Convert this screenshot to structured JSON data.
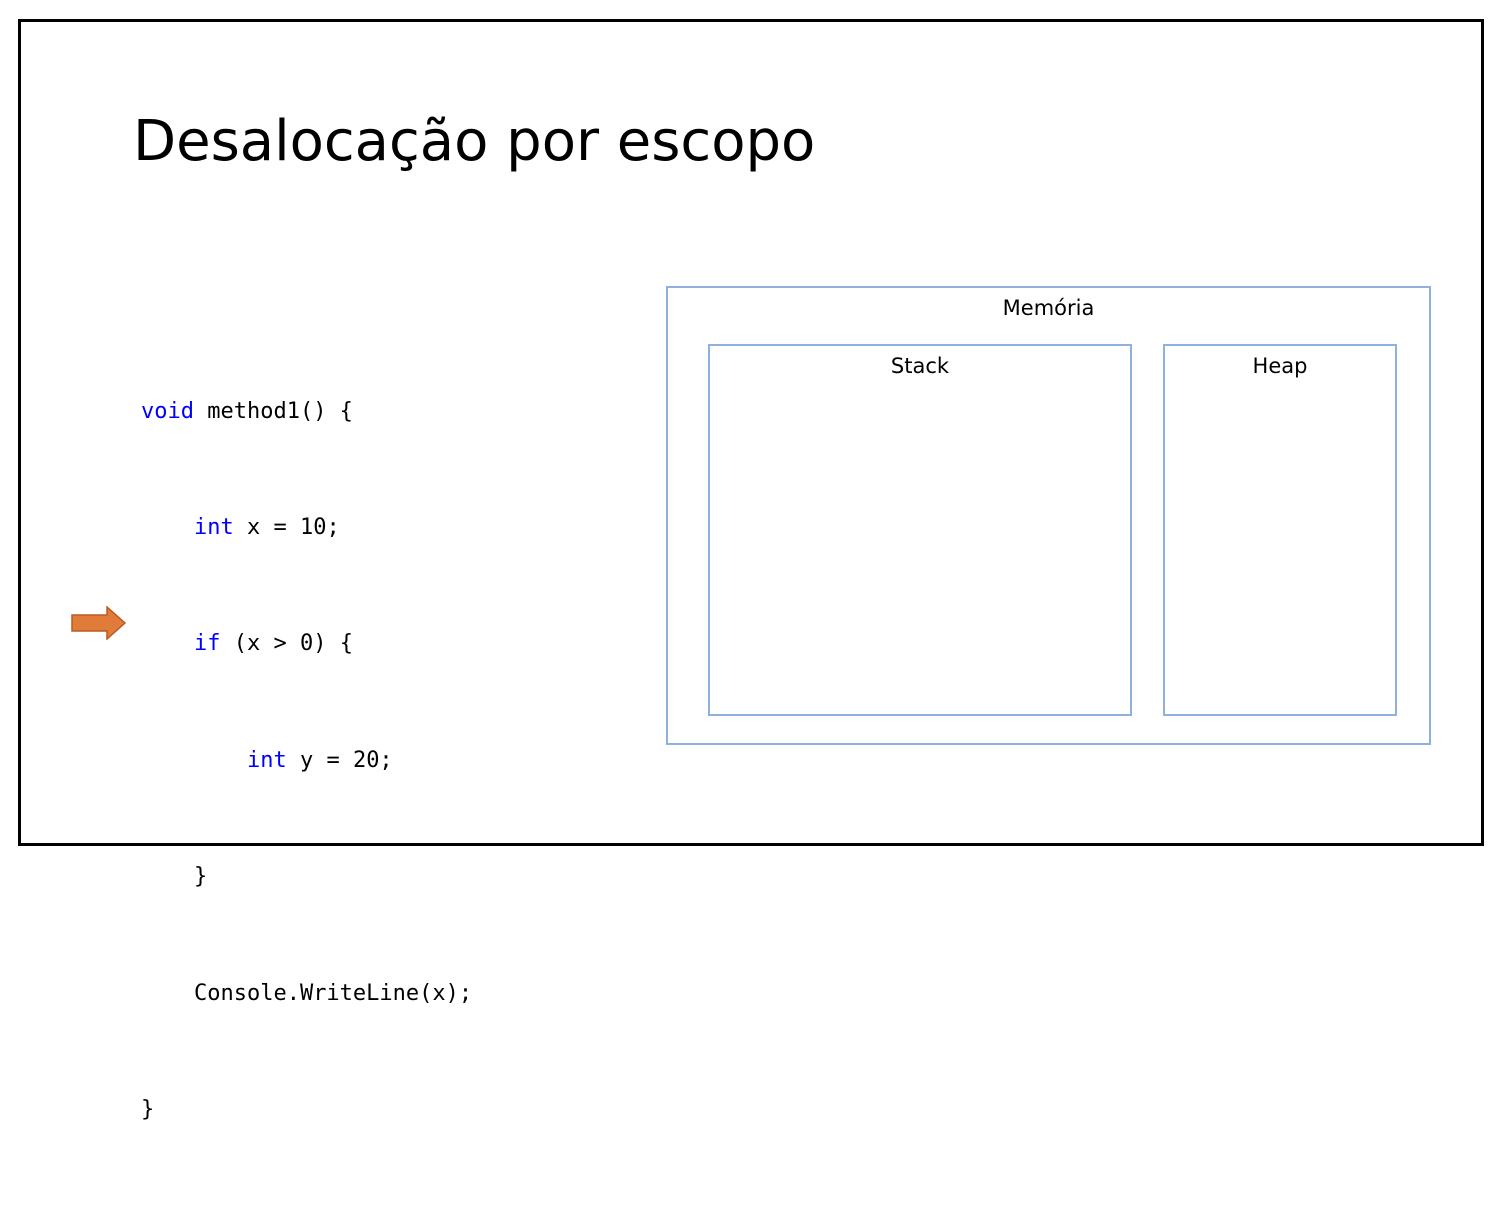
{
  "slide": {
    "title": "Desalocação por escopo"
  },
  "code": {
    "lines": [
      {
        "indent": "",
        "keyword": "void",
        "rest": " method1() {"
      },
      {
        "indent": "    ",
        "keyword": "int",
        "rest": " x = 10;"
      },
      {
        "indent": "    ",
        "keyword": "if",
        "rest": " (x > 0) {"
      },
      {
        "indent": "        ",
        "keyword": "int",
        "rest": " y = 20;"
      },
      {
        "indent": "    ",
        "keyword": "",
        "rest": "}"
      },
      {
        "indent": "    ",
        "keyword": "",
        "rest": "Console.WriteLine(x);"
      },
      {
        "indent": "",
        "keyword": "",
        "rest": "}"
      }
    ],
    "current_line_marker": "arrow-icon"
  },
  "memory": {
    "label": "Memória",
    "stack_label": "Stack",
    "heap_label": "Heap"
  },
  "colors": {
    "keyword": "#0000ff",
    "arrow": "#e07b39",
    "box_border": "#8eb2dd"
  }
}
